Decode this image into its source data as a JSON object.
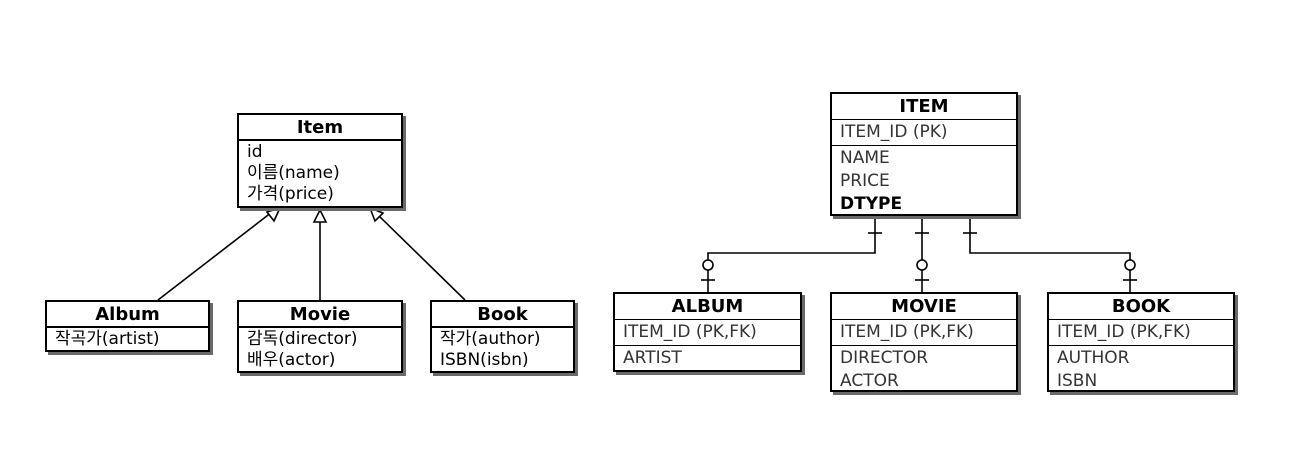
{
  "uml": {
    "item": {
      "title": "Item",
      "fields": [
        "id",
        "이름(name)",
        "가격(price)"
      ]
    },
    "album": {
      "title": "Album",
      "fields": [
        "작곡가(artist)"
      ]
    },
    "movie": {
      "title": "Movie",
      "fields": [
        "감독(director)",
        "배우(actor)"
      ]
    },
    "book": {
      "title": "Book",
      "fields": [
        "작가(author)",
        "ISBN(isbn)"
      ]
    }
  },
  "er": {
    "item": {
      "title": "ITEM",
      "pk": "ITEM_ID (PK)",
      "columns": [
        "NAME",
        "PRICE",
        "DTYPE"
      ]
    },
    "album": {
      "title": "ALBUM",
      "pk": "ITEM_ID (PK,FK)",
      "columns": [
        "ARTIST"
      ]
    },
    "movie": {
      "title": "MOVIE",
      "pk": "ITEM_ID (PK,FK)",
      "columns": [
        "DIRECTOR",
        "ACTOR"
      ]
    },
    "book": {
      "title": "BOOK",
      "pk": "ITEM_ID (PK,FK)",
      "columns": [
        "AUTHOR",
        "ISBN"
      ]
    }
  }
}
